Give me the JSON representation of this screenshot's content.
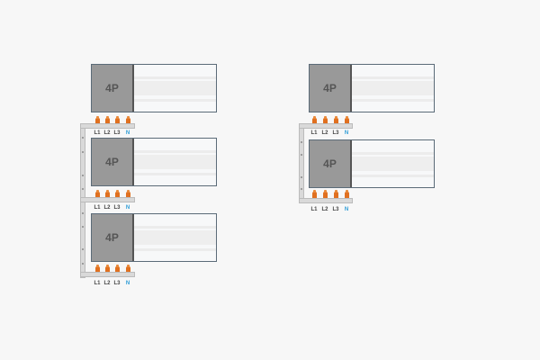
{
  "diagram": {
    "title": "",
    "colors": {
      "background": "#f7f7f7",
      "pole_block": "#999999",
      "border": "#5b6b78",
      "busbar": "#d9d9d9",
      "terminal": "#e07020",
      "neutral_label": "#2a9bd6"
    },
    "left_assembly": {
      "breakers": [
        {
          "label": "4P"
        },
        {
          "label": "4P"
        },
        {
          "label": "4P"
        }
      ],
      "busbars": [
        {
          "terminals": [
            "L1",
            "L2",
            "L3",
            "N"
          ]
        },
        {
          "terminals": [
            "L1",
            "L2",
            "L3",
            "N"
          ]
        },
        {
          "terminals": [
            "L1",
            "L2",
            "L3",
            "N"
          ]
        }
      ]
    },
    "right_assembly": {
      "breakers": [
        {
          "label": "4P"
        },
        {
          "label": "4P"
        }
      ],
      "busbars": [
        {
          "terminals": [
            "L1",
            "L2",
            "L3",
            "N"
          ]
        },
        {
          "terminals": [
            "L1",
            "L2",
            "L3",
            "N"
          ]
        }
      ]
    }
  }
}
